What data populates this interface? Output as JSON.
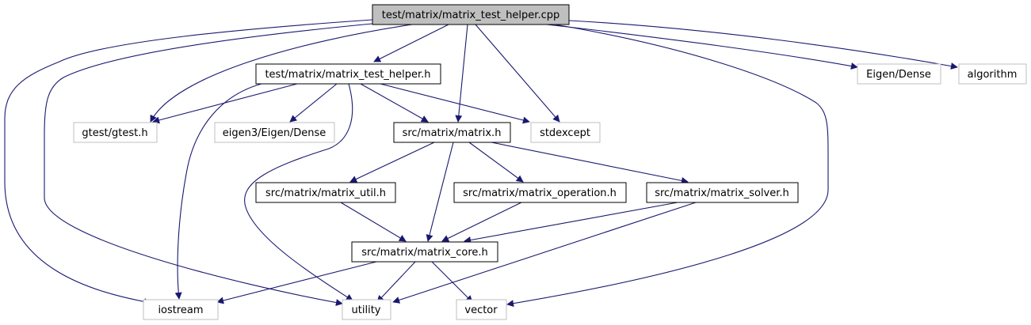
{
  "colors": {
    "edge": "#191970",
    "root_fill": "#bfbfbf",
    "local_border": "#000000",
    "system_border": "#bfbfbf",
    "node_fill": "#ffffff",
    "text": "#000000"
  },
  "nodes": {
    "root": "test/matrix/matrix_test_helper.cpp",
    "helper_h": "test/matrix/matrix_test_helper.h",
    "eigen_dense": "Eigen/Dense",
    "algorithm": "algorithm",
    "gtest": "gtest/gtest.h",
    "eigen3_dense": "eigen3/Eigen/Dense",
    "matrix_h": "src/matrix/matrix.h",
    "stdexcept": "stdexcept",
    "matrix_util": "src/matrix/matrix_util.h",
    "matrix_operation": "src/matrix/matrix_operation.h",
    "matrix_solver": "src/matrix/matrix_solver.h",
    "matrix_core": "src/matrix/matrix_core.h",
    "iostream": "iostream",
    "utility": "utility",
    "vector": "vector"
  },
  "edges": [
    [
      "root",
      "helper_h"
    ],
    [
      "root",
      "eigen_dense"
    ],
    [
      "root",
      "algorithm"
    ],
    [
      "root",
      "gtest"
    ],
    [
      "root",
      "matrix_h"
    ],
    [
      "root",
      "stdexcept"
    ],
    [
      "root",
      "iostream"
    ],
    [
      "root",
      "utility"
    ],
    [
      "root",
      "vector"
    ],
    [
      "helper_h",
      "gtest"
    ],
    [
      "helper_h",
      "eigen3_dense"
    ],
    [
      "helper_h",
      "matrix_h"
    ],
    [
      "helper_h",
      "stdexcept"
    ],
    [
      "helper_h",
      "iostream"
    ],
    [
      "helper_h",
      "utility"
    ],
    [
      "matrix_h",
      "matrix_util"
    ],
    [
      "matrix_h",
      "matrix_operation"
    ],
    [
      "matrix_h",
      "matrix_solver"
    ],
    [
      "matrix_h",
      "matrix_core"
    ],
    [
      "matrix_util",
      "matrix_core"
    ],
    [
      "matrix_operation",
      "matrix_core"
    ],
    [
      "matrix_solver",
      "matrix_core"
    ],
    [
      "matrix_solver",
      "utility"
    ],
    [
      "matrix_core",
      "iostream"
    ],
    [
      "matrix_core",
      "utility"
    ],
    [
      "matrix_core",
      "vector"
    ]
  ]
}
